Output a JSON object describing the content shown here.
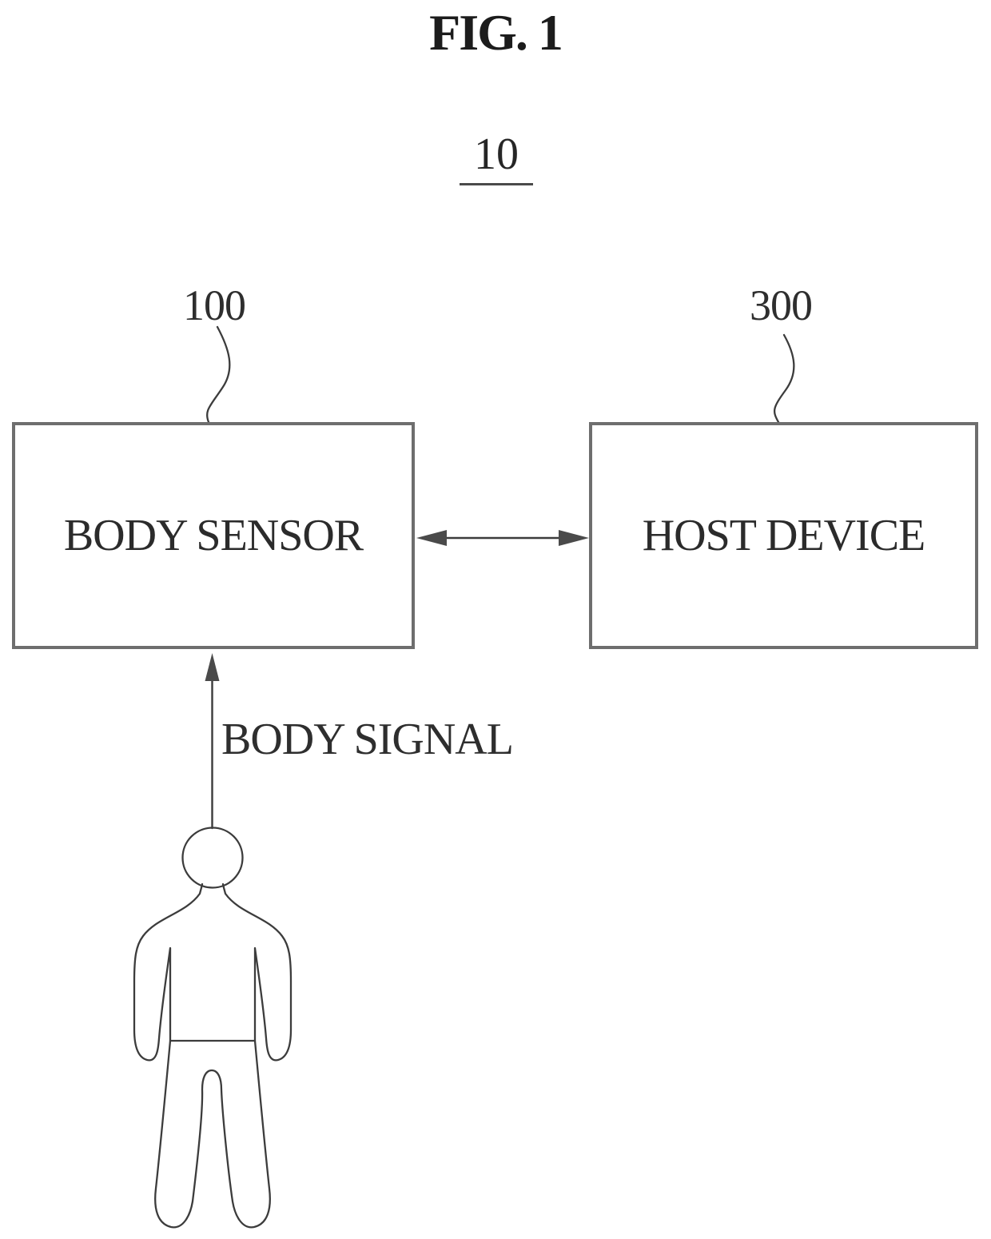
{
  "figure": {
    "title": "FIG. 1",
    "figure_number": "10"
  },
  "nodes": {
    "body_sensor": {
      "label": "BODY SENSOR",
      "ref": "100"
    },
    "host_device": {
      "label": "HOST DEVICE",
      "ref": "300"
    }
  },
  "connections": {
    "body_signal": {
      "label": "BODY SIGNAL"
    }
  },
  "colors": {
    "background": "#ffffff",
    "line": "#3c3c3c",
    "box_border": "#6e6e6e",
    "text": "#2b2b2b"
  }
}
